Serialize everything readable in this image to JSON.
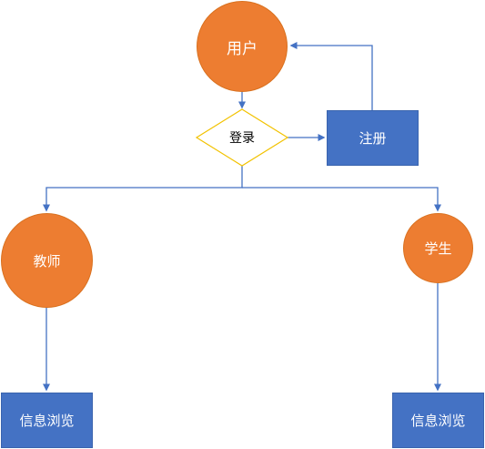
{
  "colors": {
    "circle_fill": "#ED7D31",
    "rect_fill": "#4472C4",
    "diamond_stroke": "#F2C200",
    "connector": "#4472C4",
    "text_light": "#FFFFFF",
    "text_dark": "#000000"
  },
  "nodes": {
    "user": {
      "label": "用户",
      "shape": "circle"
    },
    "login": {
      "label": "登录",
      "shape": "diamond"
    },
    "register": {
      "label": "注册",
      "shape": "rectangle"
    },
    "teacher": {
      "label": "教师",
      "shape": "circle"
    },
    "student": {
      "label": "学生",
      "shape": "circle"
    },
    "teacher_browse": {
      "label": "信息浏览",
      "shape": "rectangle"
    },
    "student_browse": {
      "label": "信息浏览",
      "shape": "rectangle"
    }
  }
}
